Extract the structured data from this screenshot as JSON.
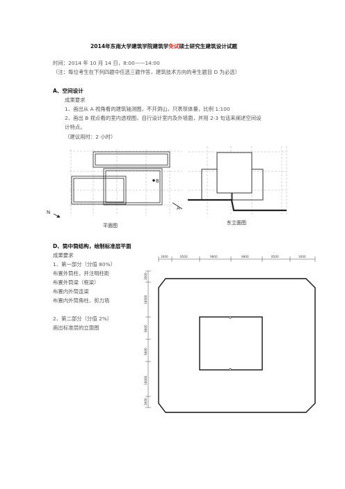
{
  "title": {
    "prefix": "2014年东南大学建筑学院建筑学",
    "highlight": "免试",
    "suffix": "硕士研究生建筑设计试题"
  },
  "time_line": "时间：2014 年 10 月 14 日，8:00——14:00",
  "note_line": "（注：每位考生在下列四题中任选三题作答，建筑技术方向的考生题目 D 为必选）",
  "section_a": {
    "heading": "A、空间设计",
    "req_label": "成果要求",
    "item1": "1、画出从 A 视角看的建筑轴测图，不开洞山，只表现体量，比例 1:100",
    "item2_line1": "2、画出 B 视点看的室内透视图，自行设计室内及外墙面，并用 2-3 句话来阐述空间设",
    "item2_line2": "计特点。",
    "time_hint": "（建议用时：2 小时）",
    "plan_caption": "平面图",
    "elev_caption": "东立面图",
    "label_a": "A",
    "label_b": "B",
    "label_n": "N"
  },
  "section_d": {
    "heading": "D、筒中筒结构，绘制标准层平面",
    "req_label": "成果要求",
    "part1": "1、第一部分（分值 80%）",
    "line1": "布置外筒柱，并注明柱距",
    "line2": "布置外筒梁（框梁）",
    "line3": "布置内外筒连梁",
    "line4": "布置内外筒角柱、剪力墙",
    "part2": "2、第二部分（分值 2%）",
    "line5": "画出标准层的立面图",
    "top_dims": [
      "3000",
      "8500",
      "9800",
      "9800",
      "8500",
      "3000"
    ],
    "left_dims": [
      "3000",
      "18000",
      "9800",
      "9800",
      "18000",
      "3000"
    ]
  }
}
